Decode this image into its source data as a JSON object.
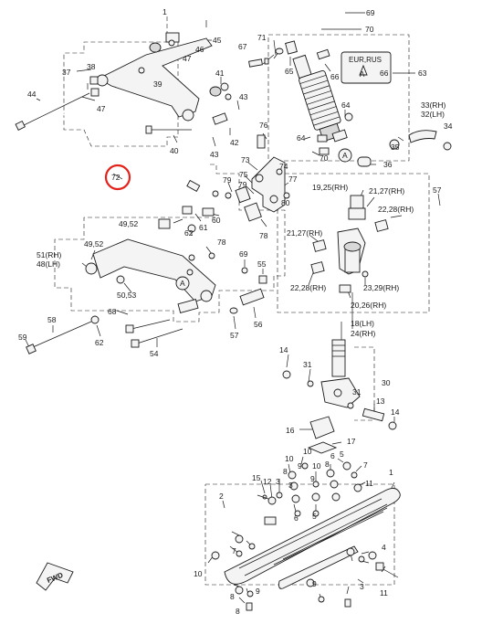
{
  "diagram": {
    "highlight_color": "#e3231b",
    "highlight_label": "72",
    "callouts": [
      {
        "id": "c69",
        "text": "69"
      },
      {
        "id": "c70",
        "text": "70"
      },
      {
        "id": "c1",
        "text": "1"
      },
      {
        "id": "c45",
        "text": "45"
      },
      {
        "id": "c46",
        "text": "46"
      },
      {
        "id": "c47a",
        "text": "47"
      },
      {
        "id": "c71",
        "text": "71"
      },
      {
        "id": "c67",
        "text": "67"
      },
      {
        "id": "c65",
        "text": "65"
      },
      {
        "id": "c66a",
        "text": "66"
      },
      {
        "id": "c66b",
        "text": "66"
      },
      {
        "id": "c63",
        "text": "63"
      },
      {
        "id": "c38",
        "text": "38"
      },
      {
        "id": "c37",
        "text": "37"
      },
      {
        "id": "c39",
        "text": "39"
      },
      {
        "id": "c41",
        "text": "41"
      },
      {
        "id": "c47b",
        "text": "47"
      },
      {
        "id": "c44",
        "text": "44"
      },
      {
        "id": "c43a",
        "text": "43"
      },
      {
        "id": "c40",
        "text": "40"
      },
      {
        "id": "c42",
        "text": "42"
      },
      {
        "id": "c43b",
        "text": "43"
      },
      {
        "id": "c64a",
        "text": "64"
      },
      {
        "id": "c64b",
        "text": "64"
      },
      {
        "id": "c33",
        "text": "33(RH)"
      },
      {
        "id": "c32",
        "text": "32(LH)"
      },
      {
        "id": "c34",
        "text": "34"
      },
      {
        "id": "c35",
        "text": "35"
      },
      {
        "id": "c76",
        "text": "76"
      },
      {
        "id": "c70b",
        "text": "70"
      },
      {
        "id": "c36",
        "text": "36"
      },
      {
        "id": "c73",
        "text": "73"
      },
      {
        "id": "c74",
        "text": "74"
      },
      {
        "id": "c75",
        "text": "75"
      },
      {
        "id": "c77",
        "text": "77"
      },
      {
        "id": "c79a",
        "text": "79"
      },
      {
        "id": "c79b",
        "text": "79"
      },
      {
        "id": "c80",
        "text": "80"
      },
      {
        "id": "c1925",
        "text": "19,25(RH)"
      },
      {
        "id": "c2127a",
        "text": "21,27(RH)"
      },
      {
        "id": "c57a",
        "text": "57"
      },
      {
        "id": "c2228a",
        "text": "22,28(RH)"
      },
      {
        "id": "c2127b",
        "text": "21,27(RH)"
      },
      {
        "id": "c61",
        "text": "61"
      },
      {
        "id": "c60",
        "text": "60"
      },
      {
        "id": "c78a",
        "text": "78"
      },
      {
        "id": "c4952a",
        "text": "49,52"
      },
      {
        "id": "c62",
        "text": "62"
      },
      {
        "id": "c51",
        "text": "51(RH)"
      },
      {
        "id": "c48",
        "text": "48(LH)"
      },
      {
        "id": "c4952b",
        "text": "49,52"
      },
      {
        "id": "c78b",
        "text": "78"
      },
      {
        "id": "c69b",
        "text": "69"
      },
      {
        "id": "c55",
        "text": "55"
      },
      {
        "id": "c2228b",
        "text": "22,28(RH)"
      },
      {
        "id": "c2329",
        "text": "23,29(RH)"
      },
      {
        "id": "c2026",
        "text": "20,26(RH)"
      },
      {
        "id": "c5053",
        "text": "50,53"
      },
      {
        "id": "c58",
        "text": "58"
      },
      {
        "id": "c68",
        "text": "68"
      },
      {
        "id": "c59",
        "text": "59"
      },
      {
        "id": "c62b",
        "text": "62"
      },
      {
        "id": "c54",
        "text": "54"
      },
      {
        "id": "c57b",
        "text": "57"
      },
      {
        "id": "c56",
        "text": "56"
      },
      {
        "id": "c18",
        "text": "18(LH)"
      },
      {
        "id": "c24",
        "text": "24(RH)"
      },
      {
        "id": "c14a",
        "text": "14"
      },
      {
        "id": "c31a",
        "text": "31"
      },
      {
        "id": "c30",
        "text": "30"
      },
      {
        "id": "c31b",
        "text": "31"
      },
      {
        "id": "c13",
        "text": "13"
      },
      {
        "id": "c14b",
        "text": "14"
      },
      {
        "id": "c16",
        "text": "16"
      },
      {
        "id": "c17",
        "text": "17"
      },
      {
        "id": "c10a",
        "text": "10"
      },
      {
        "id": "c8a",
        "text": "8"
      },
      {
        "id": "c9a",
        "text": "9"
      },
      {
        "id": "c10b",
        "text": "10"
      },
      {
        "id": "c10c",
        "text": "10"
      },
      {
        "id": "c9b",
        "text": "9"
      },
      {
        "id": "c8b",
        "text": "8"
      },
      {
        "id": "c1b",
        "text": "1"
      },
      {
        "id": "c15",
        "text": "15"
      },
      {
        "id": "c12",
        "text": "12"
      },
      {
        "id": "c3a",
        "text": "3"
      },
      {
        "id": "c6a",
        "text": "6"
      },
      {
        "id": "c5a",
        "text": "5"
      },
      {
        "id": "c7",
        "text": "7"
      },
      {
        "id": "c2",
        "text": "2"
      },
      {
        "id": "c11a",
        "text": "11"
      },
      {
        "id": "c3b",
        "text": "3"
      },
      {
        "id": "c6b",
        "text": "6"
      },
      {
        "id": "c5b",
        "text": "5"
      },
      {
        "id": "c4",
        "text": "4"
      },
      {
        "id": "c10d",
        "text": "10"
      },
      {
        "id": "c7b",
        "text": "7"
      },
      {
        "id": "c3c",
        "text": "3"
      },
      {
        "id": "c11b",
        "text": "11"
      },
      {
        "id": "c8c",
        "text": "8"
      },
      {
        "id": "c9c",
        "text": "9"
      },
      {
        "id": "c8d",
        "text": "8"
      },
      {
        "id": "c9d",
        "text": "9"
      }
    ],
    "ref_marks": [
      {
        "text": "A"
      },
      {
        "text": "A"
      },
      {
        "text": "A"
      }
    ],
    "region_box_label": "EUR,RUS",
    "forward_label": "FWD"
  }
}
